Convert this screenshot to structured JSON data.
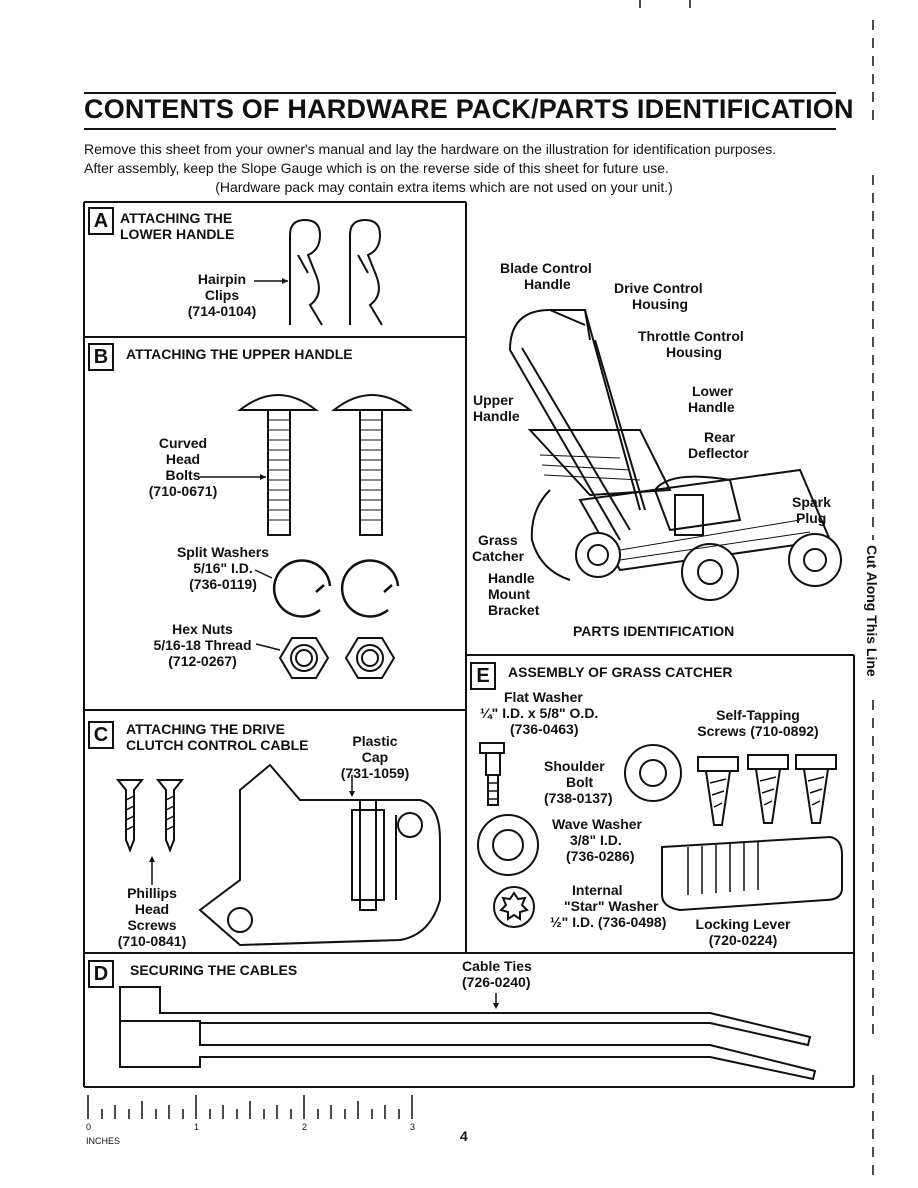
{
  "title": "CONTENTS OF HARDWARE PACK/PARTS IDENTIFICATION",
  "intro": {
    "line1": "Remove this sheet from your owner's manual and lay the hardware on the illustration for identification purposes.",
    "line2": "After assembly, keep the Slope Gauge which is on the reverse side of this sheet for future use.",
    "line3": "(Hardware pack may contain extra items which are not used on your unit.)"
  },
  "sections": {
    "A": {
      "letter": "A",
      "title1": "ATTACHING THE",
      "title2": "LOWER HANDLE",
      "hairpin": [
        "Hairpin",
        "Clips",
        "(714-0104)"
      ]
    },
    "B": {
      "letter": "B",
      "title": "ATTACHING THE UPPER HANDLE",
      "bolts": [
        "Curved",
        "Head",
        "Bolts",
        "(710-0671)"
      ],
      "washers": [
        "Split Washers",
        "5/16\" I.D.",
        "(736-0119)"
      ],
      "nuts": [
        "Hex Nuts",
        "5/16-18 Thread",
        "(712-0267)"
      ]
    },
    "C": {
      "letter": "C",
      "title1": "ATTACHING THE DRIVE",
      "title2": "CLUTCH CONTROL CABLE",
      "cap": [
        "Plastic",
        "Cap",
        "(731-1059)"
      ],
      "screws": [
        "Phillips",
        "Head",
        "Screws",
        "(710-0841)"
      ]
    },
    "D": {
      "letter": "D",
      "title": "SECURING THE CABLES",
      "ties": [
        "Cable Ties",
        "(726-0240)"
      ]
    },
    "E": {
      "letter": "E",
      "title": "ASSEMBLY OF GRASS CATCHER",
      "flat": [
        "Flat Washer",
        "¼\" I.D. x 5/8\" O.D.",
        "(736-0463)"
      ],
      "self": [
        "Self-Tapping",
        "Screws (710-0892)"
      ],
      "shoulder": [
        "Shoulder",
        "Bolt",
        "(738-0137)"
      ],
      "wave": [
        "Wave Washer",
        "3/8\" I.D.",
        "(736-0286)"
      ],
      "star": [
        "Internal",
        "\"Star\" Washer",
        "½\" I.D. (736-0498)"
      ],
      "lever": [
        "Locking Lever",
        "(720-0224)"
      ]
    }
  },
  "parts": {
    "heading": "PARTS IDENTIFICATION",
    "blade": [
      "Blade Control",
      "Handle"
    ],
    "drive": [
      "Drive Control",
      "Housing"
    ],
    "throttle": [
      "Throttle Control",
      "Housing"
    ],
    "upper": [
      "Upper",
      "Handle"
    ],
    "lower": [
      "Lower",
      "Handle"
    ],
    "rear": [
      "Rear",
      "Deflector"
    ],
    "spark": [
      "Spark",
      "Plug"
    ],
    "grass": [
      "Grass",
      "Catcher"
    ],
    "mount": [
      "Handle",
      "Mount",
      "Bracket"
    ]
  },
  "cut_line": "Cut Along This Line",
  "ruler": {
    "marks": [
      "0",
      "1",
      "2",
      "3"
    ],
    "unit": "INCHES"
  },
  "page_number": "4"
}
